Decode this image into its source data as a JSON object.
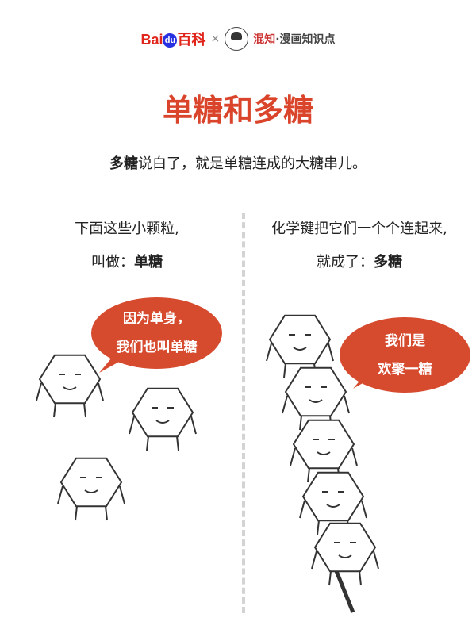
{
  "header": {
    "logo_left": "Bai du 百科",
    "times": "×",
    "brand": "混知",
    "brand_rest": "·漫画知识点",
    "avatar_label": "混知"
  },
  "title": "单糖和多糖",
  "intro": {
    "bold": "多糖",
    "text": "说白了，就是单糖连成的大糖串儿。"
  },
  "left": {
    "line1": "下面这些小颗粒,",
    "line2_prefix": "叫做：",
    "line2_bold": "单糖",
    "bubble_line1": "因为单身，",
    "bubble_line2": "我们也叫单糖"
  },
  "right": {
    "line1": "化学键把它们一个个连起来,",
    "line2_prefix": "就成了：",
    "line2_bold": "多糖",
    "bubble_line1": "我们是",
    "bubble_line2": "欢聚一糖"
  },
  "colors": {
    "accent": "#d9442b",
    "bubble": "#d64a2e",
    "divider": "#d3d3d3"
  }
}
